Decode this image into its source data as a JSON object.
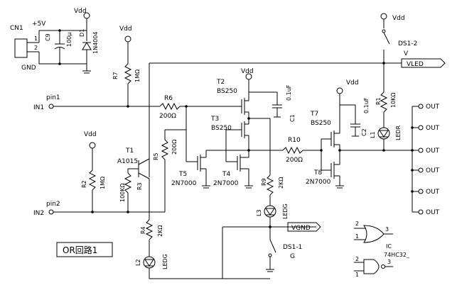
{
  "labels": {
    "cn1": "CN1",
    "plus5v": "+5V",
    "gnd": "GND",
    "cn_pin1": "1",
    "cn_pin2": "2",
    "c9": "C9",
    "c9_val": "100μ",
    "d1": "D1",
    "d1_val": "1N4004",
    "vdd": "Vdd",
    "r7": "R7",
    "r7_val": "1MΩ",
    "pin1": "pin1",
    "in1": "IN1",
    "pin2": "pin2",
    "in2": "IN2",
    "r6": "R6",
    "r6_val": "200Ω",
    "t1": "T1",
    "t1_val": "A1015",
    "r2": "R2",
    "r2_val": "1MΩ",
    "r3": "R3",
    "r3_val": "100KΩ",
    "r5": "R5",
    "r5_val": "200Ω",
    "t2": "T2",
    "t2_val": "BS250",
    "t3": "T3",
    "t3_val": "BS250",
    "t4": "T4",
    "t4_val": "2N7000",
    "t5": "T5",
    "t5_val": "2N7000",
    "c1": "C1",
    "c1_val": "0.1uF",
    "r10": "R10",
    "r10_val": "200Ω",
    "r9": "R9",
    "r9_val": "2KΩ",
    "l3": "L3",
    "l3_val": "LEDG",
    "vgnd": "VGND",
    "ds11": "DS1-1",
    "ds11_g": "G",
    "t7": "T7",
    "t7_val": "BS250",
    "t8": "T8",
    "t8_val": "2N7000",
    "c2": "C2",
    "c2_val": "0.1uF",
    "r1": "R1",
    "r1_val": "10KΩ",
    "l1": "L1",
    "l1_val": "LEDR",
    "ds12": "DS1-2",
    "ds12_v": "V",
    "vled": "VLED",
    "r4": "R4",
    "r4_val": "2KΩ",
    "l2": "L2",
    "l2_val": "LEDG",
    "title": "OR回路1",
    "ic": "IC",
    "ic_val": "74HC32_",
    "gate_pin1": "1",
    "gate_pin2": "2",
    "gate_pin3": "3",
    "gate2_pin1": "1",
    "gate2_pin2": "2",
    "gate2_pin3": "3"
  },
  "outputs": [
    "OUT",
    "OUT",
    "OUT",
    "OUT",
    "OUT",
    "OUT"
  ]
}
